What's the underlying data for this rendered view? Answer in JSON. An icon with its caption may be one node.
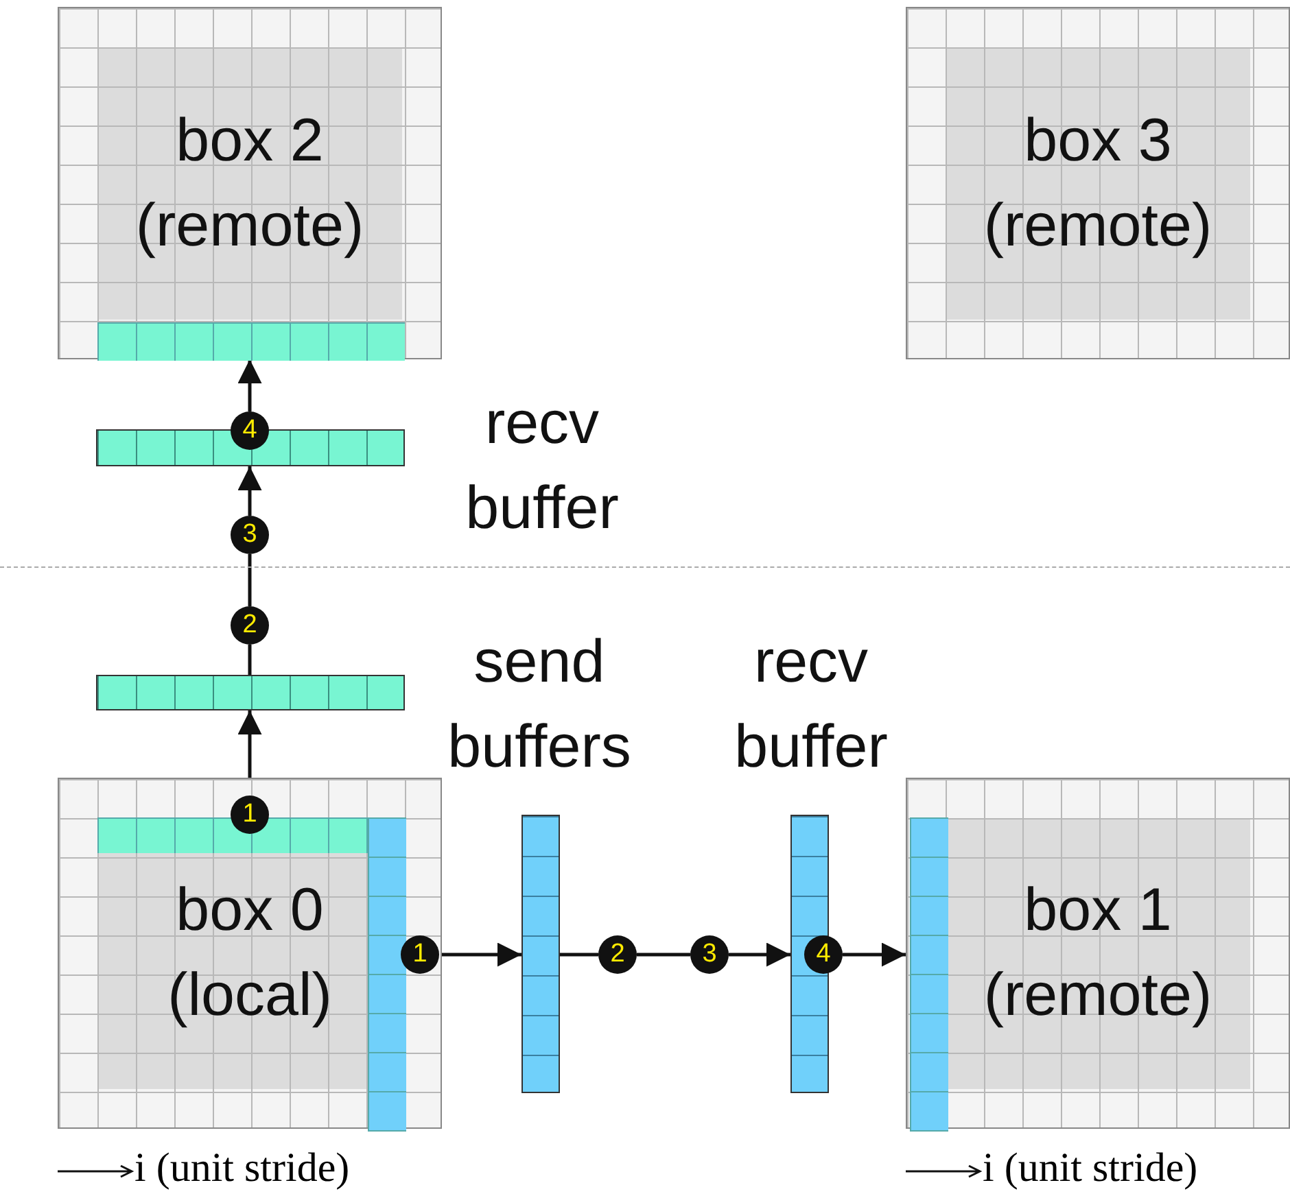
{
  "diagram": {
    "nodes": [
      {
        "text": [
          "box 2 (remote)"
        ]
      },
      {
        "text": [
          "box 3 (remote)"
        ]
      },
      {
        "text": [],
        "shape": "bar",
        "beside": [
          "recv buffer"
        ]
      },
      {
        "text": [
          "4"
        ]
      },
      {
        "text": [
          "3"
        ]
      },
      {
        "text": [
          "2"
        ]
      },
      {
        "text": [],
        "shape": "bar"
      },
      {
        "text": [
          "box 0 (local)"
        ],
        "beside": [
          "i (unit stride)"
        ]
      },
      {
        "text": [
          "1"
        ],
        "in": 7
      },
      {
        "text": [
          "1"
        ],
        "in": 7
      },
      {
        "text": [],
        "shape": "bar"
      },
      {
        "text": [
          "2"
        ]
      },
      {
        "text": [
          "3"
        ]
      },
      {
        "text": [],
        "shape": "bar",
        "beside": [
          "recv buffer"
        ]
      },
      {
        "text": [
          "4"
        ]
      },
      {
        "text": [
          "box 1 (remote)"
        ],
        "beside": [
          "i (unit stride)"
        ]
      }
    ],
    "edges": [
      {
        "from": 8,
        "to": 6,
        "arrow": "to"
      },
      {
        "from": 6,
        "to": 5,
        "arrow": "none"
      },
      {
        "from": 5,
        "to": 4,
        "arrow": "none"
      },
      {
        "from": 4,
        "to": 2,
        "arrow": "to"
      },
      {
        "from": 3,
        "to": 0,
        "arrow": "to"
      },
      {
        "from": 9,
        "to": 10,
        "arrow": "to"
      },
      {
        "from": 10,
        "to": 11,
        "arrow": "none"
      },
      {
        "from": 11,
        "to": 12,
        "arrow": "none"
      },
      {
        "from": 12,
        "to": 13,
        "arrow": "to"
      },
      {
        "from": 14,
        "to": 15,
        "arrow": "to"
      }
    ],
    "labels": [
      "send buffers"
    ]
  }
}
